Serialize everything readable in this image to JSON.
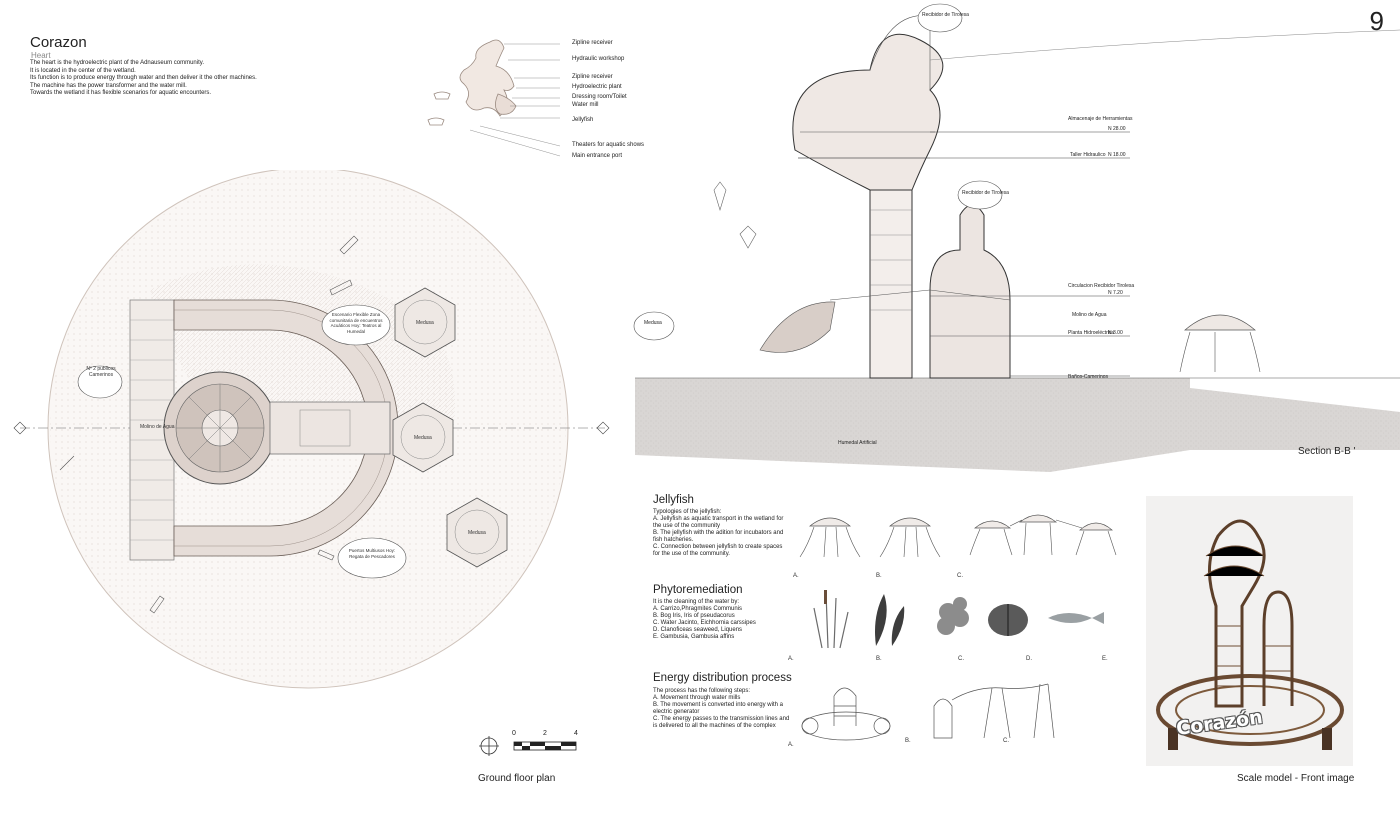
{
  "page": {
    "number": "9"
  },
  "header": {
    "title": "Corazon",
    "subtitle": "Heart",
    "lines": [
      "The heart is the hydroelectric plant of the Adnauseum community.",
      "It is located in the center of the wetland.",
      "Its function is to produce energy through water and then deliver it the other machines.",
      "The machine has the power transformer and the water mill.",
      "Towards the wetland it has flexible scenarios for aquatic encounters."
    ]
  },
  "key_labels": [
    "Zipline receiver",
    "Hydraulic workshop",
    "Zipline receiver",
    "Hydroelectric plant",
    "Dressing room/Toilet",
    "Water mill",
    "Jellyfish",
    "Theaters for aquatic shows",
    "Main entrance port"
  ],
  "plan": {
    "caption": "Ground floor plan",
    "scale_ticks": [
      "0",
      "2",
      "4"
    ],
    "labels": {
      "molino": "Molino de Agua",
      "medusa1": "Medusa",
      "medusa2": "Medusa",
      "medusa3": "Medusa",
      "escenario": "Escenario Flexible Zona comunitaria de encuentros Acuáticos Hoy: Teatros al Humedal",
      "puertos": "Puertos Multiusos Hoy: Regata de Pescadores",
      "bahos": "Nº 2 publicos Camerinos"
    }
  },
  "section": {
    "caption": "Section B-B '",
    "levels": [
      "Almacenaje de Herramientas",
      "N 28.00",
      "Taller Hidraulico",
      "N 18.00",
      "Circulacion Recibidor Tirolesa",
      "N 7.20",
      "Molino de Agua",
      "Planta Hidroeléctrica",
      "N 3.00",
      "Baños-Camerinos"
    ],
    "bubbles": [
      "Recibidor de Tirolesa",
      "Recibidor de Tirolesa",
      "Medusa"
    ],
    "ground": "Humedal Artificial"
  },
  "jellyfish": {
    "title": "Jellyfish",
    "lines": [
      "Typologies of the jellyfish:",
      "A. Jellyfish as aquatic transport in the wetland for",
      "the use of the community",
      "B. The jellyfish with the adition for incubators and",
      "fish hatcheries.",
      "C. Connection between jellyfish to create spaces",
      "for the use of the community."
    ],
    "tags": [
      "A.",
      "B.",
      "C."
    ]
  },
  "phyto": {
    "title": "Phytoremediation",
    "lines": [
      "It is the cleaning of the water by:",
      "A. Carrizo,Phragmites Communis",
      "B. Bog Iris, Iris of pseudacorus",
      "C. Water Jacinto, Eichhornia carssipes",
      "D. Clanoficeas seaweed, Liquens",
      "E. Gambusia, Gambusia affins"
    ],
    "tags": [
      "A.",
      "B.",
      "C.",
      "D.",
      "E."
    ]
  },
  "energy": {
    "title": "Energy distribution process",
    "lines": [
      "The process has the following steps:",
      "A. Movement through water mills",
      "B. The movement is converted into energy with a",
      "electric generator",
      "C. The energy passes to the transmission lines and",
      "is delivered to all the machines of the complex"
    ],
    "tags": [
      "A.",
      "B.",
      "C."
    ]
  },
  "model": {
    "caption": "Scale model - Front image",
    "sign": "Corazón"
  }
}
